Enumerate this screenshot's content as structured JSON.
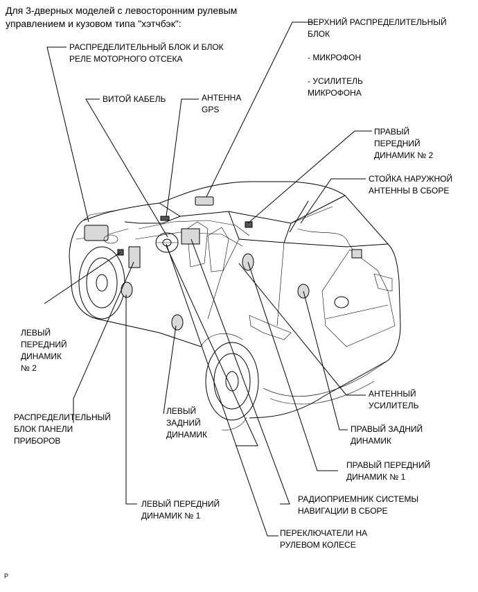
{
  "header": "Для 3-дверных моделей с левосторонним рулевым\nуправлением и кузовом типа \"хэтчбэк\":",
  "labels": {
    "engine_room_relay_block": "РАСПРЕДЕЛИТЕЛЬНЫЙ БЛОК И БЛОК\nРЕЛЕ МОТОРНОГО ОТСЕКА",
    "spiral_cable": "ВИТОЙ КАБЕЛЬ",
    "gps_antenna": "АНТЕННА\nGPS",
    "roof_console": "ВЕРХНИЙ РАСПРЕДЕЛИТЕЛЬНЫЙ\nБЛОК\n\n- МИКРОФОН\n\n- УСИЛИТЕЛЬ\nМИКРОФОНА",
    "front_speaker_rh_2": "ПРАВЫЙ\nПЕРЕДНИЙ\nДИНАМИК № 2",
    "outer_antenna_pole": "СТОЙКА НАРУЖНОЙ\nАНТЕННЫ В СБОРЕ",
    "front_speaker_lh_2": "ЛЕВЫЙ\nПЕРЕДНИЙ\nДИНАМИК\n№ 2",
    "instrument_panel_junction_block": "РАСПРЕДЕЛИТЕЛЬНЫЙ\nБЛОК ПАНЕЛИ\nПРИБОРОВ",
    "rear_speaker_lh": "ЛЕВЫЙ\nЗАДНИЙ\nДИНАМИК",
    "antenna_amplifier": "АНТЕННЫЙ\nУСИЛИТЕЛЬ",
    "rear_speaker_rh": "ПРАВЫЙ ЗАДНИЙ\nДИНАМИК",
    "front_speaker_rh_1": "ПРАВЫЙ ПЕРЕДНИЙ\nДИНАМИК № 1",
    "front_speaker_lh_1": "ЛЕВЫЙ ПЕРЕДНИЙ\nДИНАМИК № 1",
    "navigation_receiver": "РАДИОПРИЕМНИК СИСТЕМЫ\nНАВИГАЦИИ В СБОРЕ",
    "steering_pad_switches": "ПЕРЕКЛЮЧАТЕЛИ НА\nРУЛЕВОМ КОЛЕСЕ"
  },
  "figure_code": "P"
}
